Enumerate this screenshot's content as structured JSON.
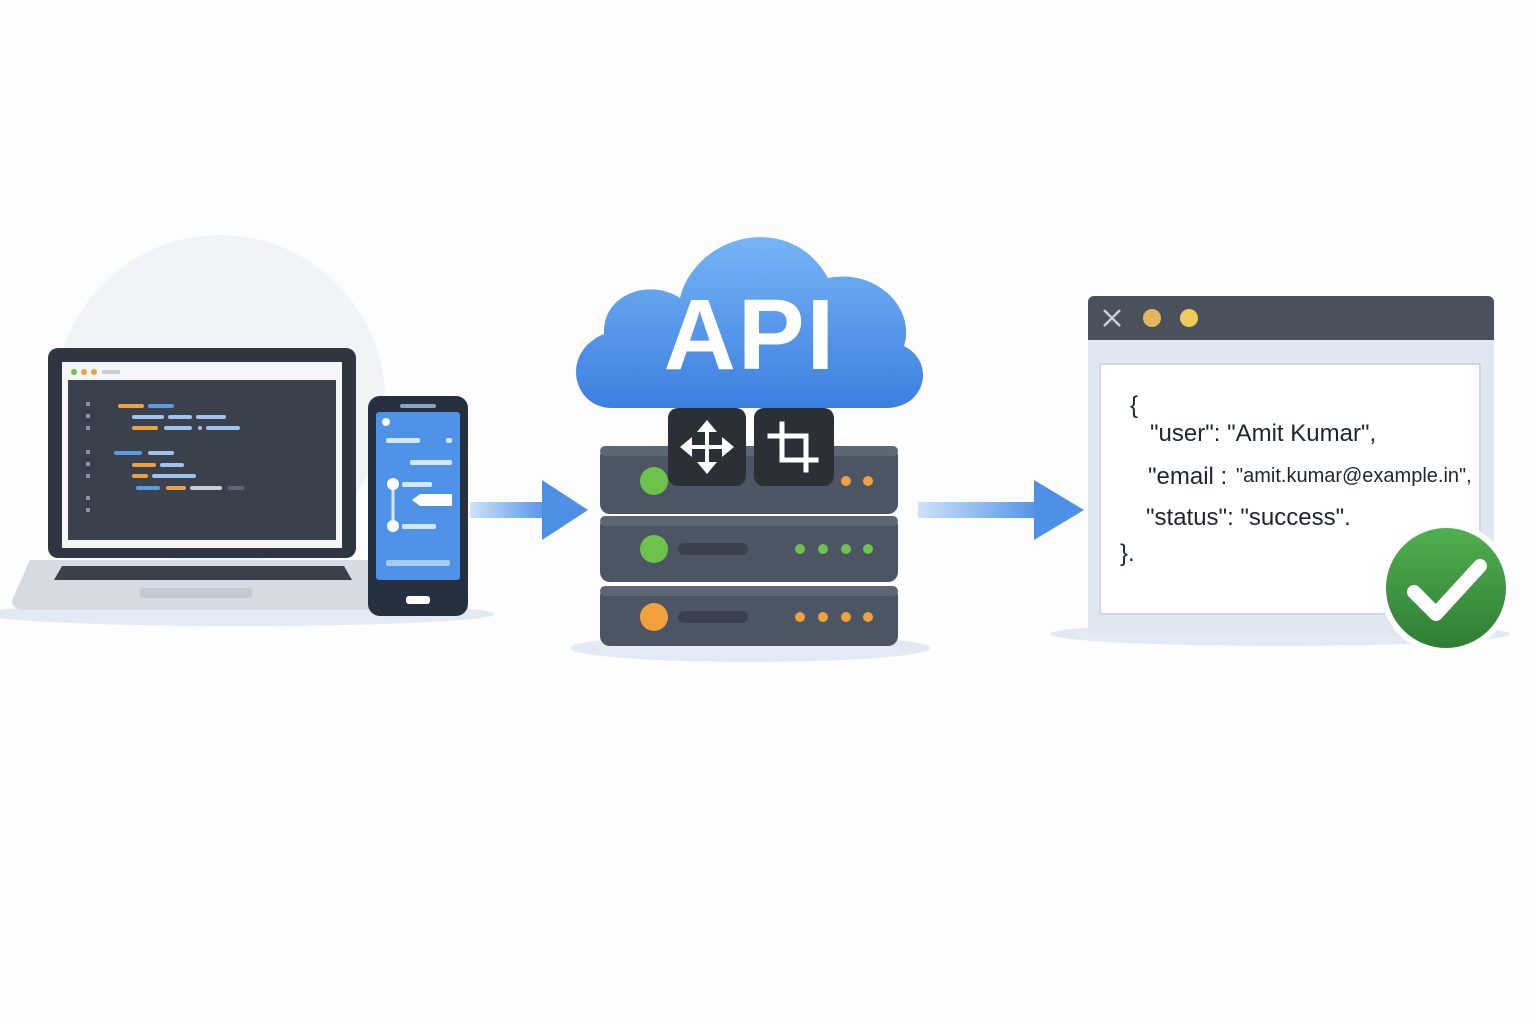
{
  "api": {
    "label": "API"
  },
  "response": {
    "open_brace": "{",
    "user_line": "\"user\": \"Amit Kumar\",",
    "email_key": "\"email :",
    "email_value": "\"amit.kumar@example.in\",",
    "status_line": "\"status\": \"success\".",
    "close_brace": "}."
  },
  "icons": {
    "move": "move-arrows-icon",
    "crop": "crop-icon",
    "success": "checkmark-icon",
    "close": "close-icon"
  },
  "colors": {
    "cloud": "#4f93e8",
    "server": "#4b5563",
    "arrow": "#5b9ae6",
    "success_green": "#3f9d3f",
    "led_green": "#6cc24a",
    "led_orange": "#f0a13c"
  }
}
